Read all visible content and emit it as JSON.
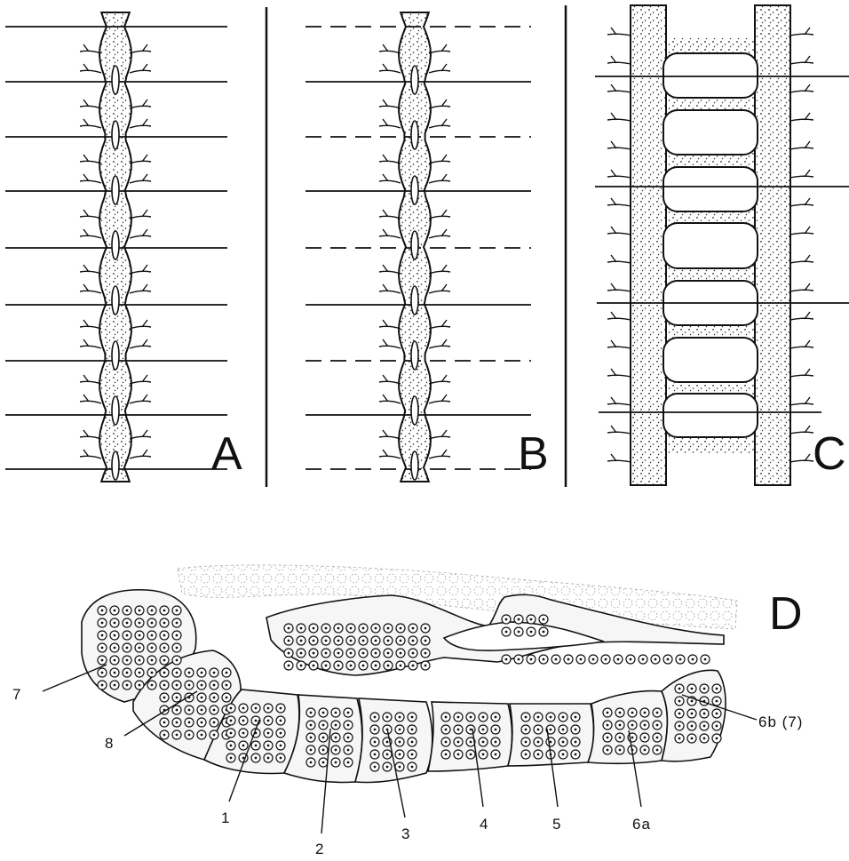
{
  "panels": {
    "a": {
      "letter": "A"
    },
    "b": {
      "letter": "B"
    },
    "c": {
      "letter": "C"
    },
    "d": {
      "letter": "D"
    }
  },
  "segments": {
    "label_7": "7",
    "label_8": "8",
    "label_1": "1",
    "label_2": "2",
    "label_3": "3",
    "label_4": "4",
    "label_5": "5",
    "label_6a": "6a",
    "label_6b": "6b (7)"
  }
}
